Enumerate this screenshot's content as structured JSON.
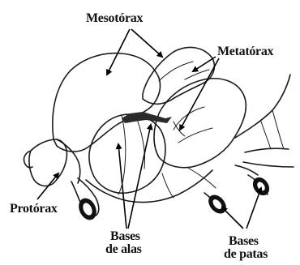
{
  "labels": {
    "mesotorax": "Mesotórax",
    "metatorax": "Metatórax",
    "protorax": "Protórax",
    "bases_alas_line1": "Bases",
    "bases_alas_line2": "de alas",
    "bases_patas_line1": "Bases",
    "bases_patas_line2": "de patas"
  }
}
